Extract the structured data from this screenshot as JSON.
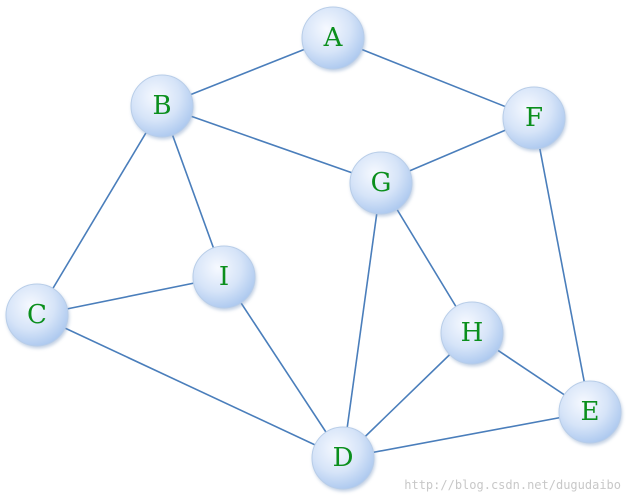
{
  "graph": {
    "nodes": [
      {
        "id": "A",
        "label": "A"
      },
      {
        "id": "B",
        "label": "B"
      },
      {
        "id": "C",
        "label": "C"
      },
      {
        "id": "D",
        "label": "D"
      },
      {
        "id": "E",
        "label": "E"
      },
      {
        "id": "F",
        "label": "F"
      },
      {
        "id": "G",
        "label": "G"
      },
      {
        "id": "H",
        "label": "H"
      },
      {
        "id": "I",
        "label": "I"
      }
    ],
    "edges": [
      [
        "A",
        "B"
      ],
      [
        "A",
        "F"
      ],
      [
        "B",
        "C"
      ],
      [
        "B",
        "G"
      ],
      [
        "B",
        "I"
      ],
      [
        "C",
        "I"
      ],
      [
        "C",
        "D"
      ],
      [
        "I",
        "D"
      ],
      [
        "G",
        "F"
      ],
      [
        "G",
        "D"
      ],
      [
        "G",
        "H"
      ],
      [
        "F",
        "E"
      ],
      [
        "H",
        "D"
      ],
      [
        "H",
        "E"
      ],
      [
        "D",
        "E"
      ]
    ]
  },
  "watermark": "http://blog.csdn.net/dugudaibo",
  "colors": {
    "edge": "#4a7ebb",
    "node_fill_light": "#f3f7ff",
    "node_fill_dark": "#a9c6ee",
    "node_stroke": "#b8cde8",
    "label": "#0b8f1d"
  }
}
